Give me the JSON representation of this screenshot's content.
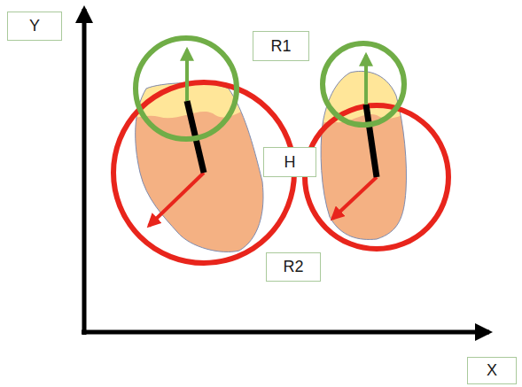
{
  "diagram": {
    "nodes": [
      {
        "text": [
          "Y"
        ]
      },
      {
        "text": [
          "R1"
        ]
      },
      {
        "text": [
          "H"
        ]
      },
      {
        "text": [
          "R2"
        ]
      },
      {
        "text": [
          "X"
        ]
      }
    ]
  }
}
